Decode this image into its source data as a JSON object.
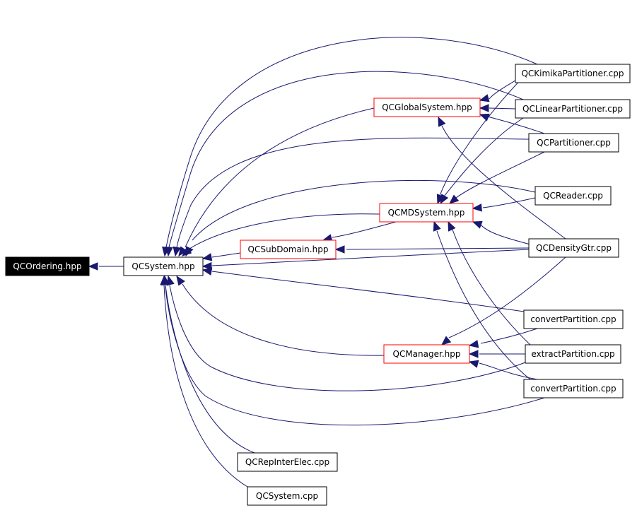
{
  "nodes": [
    {
      "id": "n0",
      "label": "QCOrdering.hpp"
    },
    {
      "id": "n1",
      "label": "QCSystem.hpp"
    },
    {
      "id": "n2",
      "label": "QCGlobalSystem.hpp"
    },
    {
      "id": "n3",
      "label": "QCKimikaPartitioner.cpp"
    },
    {
      "id": "n4",
      "label": "QCLinearPartitioner.cpp"
    },
    {
      "id": "n5",
      "label": "QCPartitioner.cpp"
    },
    {
      "id": "n6",
      "label": "QCReader.cpp"
    },
    {
      "id": "n7",
      "label": "QCMDSystem.hpp"
    },
    {
      "id": "n8",
      "label": "QCSubDomain.hpp"
    },
    {
      "id": "n9",
      "label": "QCDensityGtr.cpp"
    },
    {
      "id": "n10",
      "label": "convertPartition.cpp"
    },
    {
      "id": "n11",
      "label": "QCManager.hpp"
    },
    {
      "id": "n12",
      "label": "extractPartition.cpp"
    },
    {
      "id": "n13",
      "label": "convertPartition.cpp"
    },
    {
      "id": "n14",
      "label": "QCRepInterElec.cpp"
    },
    {
      "id": "n15",
      "label": "QCSystem.cpp"
    }
  ],
  "edges": [
    {
      "from": "n1",
      "to": "n0"
    },
    {
      "from": "n2",
      "to": "n1"
    },
    {
      "from": "n3",
      "to": "n1"
    },
    {
      "from": "n4",
      "to": "n1"
    },
    {
      "from": "n5",
      "to": "n1"
    },
    {
      "from": "n6",
      "to": "n1"
    },
    {
      "from": "n7",
      "to": "n1"
    },
    {
      "from": "n8",
      "to": "n1"
    },
    {
      "from": "n9",
      "to": "n1"
    },
    {
      "from": "n10",
      "to": "n1"
    },
    {
      "from": "n11",
      "to": "n1"
    },
    {
      "from": "n12",
      "to": "n1"
    },
    {
      "from": "n13",
      "to": "n1"
    },
    {
      "from": "n14",
      "to": "n1"
    },
    {
      "from": "n15",
      "to": "n1"
    },
    {
      "from": "n3",
      "to": "n2"
    },
    {
      "from": "n4",
      "to": "n2"
    },
    {
      "from": "n5",
      "to": "n2"
    },
    {
      "from": "n9",
      "to": "n2"
    },
    {
      "from": "n3",
      "to": "n7"
    },
    {
      "from": "n4",
      "to": "n7"
    },
    {
      "from": "n5",
      "to": "n7"
    },
    {
      "from": "n6",
      "to": "n7"
    },
    {
      "from": "n9",
      "to": "n7"
    },
    {
      "from": "n12",
      "to": "n7"
    },
    {
      "from": "n13",
      "to": "n7"
    },
    {
      "from": "n7",
      "to": "n8"
    },
    {
      "from": "n9",
      "to": "n8"
    },
    {
      "from": "n9",
      "to": "n11"
    },
    {
      "from": "n10",
      "to": "n11"
    },
    {
      "from": "n12",
      "to": "n11"
    },
    {
      "from": "n13",
      "to": "n11"
    }
  ]
}
